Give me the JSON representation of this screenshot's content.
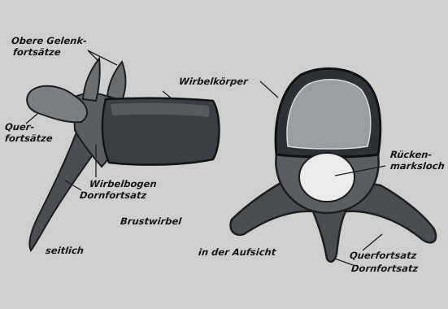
{
  "labels": {
    "obere_gelenk_line1": "Obere Gelenk-",
    "obere_gelenk_line2": "fortsätze",
    "querfortsaetze_line1": "Quer-",
    "querfortsaetze_line2": "fortsätze",
    "wirbelbogen": "Wirbelbogen",
    "dornfortsatz_side": "Dornfortsatz",
    "brustwirbel": "Brustwirbel",
    "seitlich": "seitlich",
    "wirbelkoerper": "Wirbelkörper",
    "rueckenmarksloch_line1": "Rücken-",
    "rueckenmarksloch_line2": "marksloch",
    "in_der_aufsicht": "in der Aufsicht",
    "querfortsatz": "Querfortsatz",
    "dornfortsatz_top": "Dornfortsatz"
  },
  "colors": {
    "background": "#cfcfcf",
    "bone_dark": "#2a2a2a",
    "bone_mid": "#55585c",
    "bone_light": "#8a8d90",
    "spongy_fill": "#9a9ea3",
    "ink": "#161616"
  }
}
